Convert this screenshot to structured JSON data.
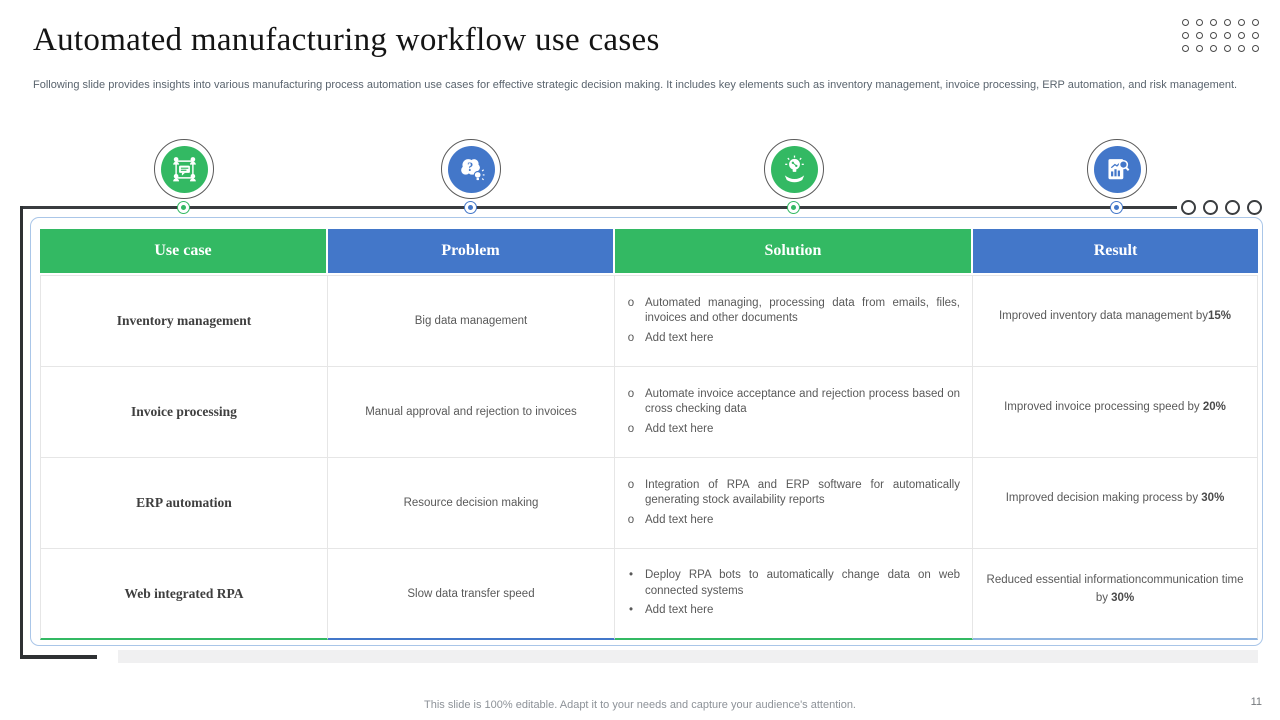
{
  "title": "Automated manufacturing workflow use cases",
  "description": "Following slide provides insights into various manufacturing process automation use cases for effective strategic decision making. It includes key elements such as inventory management, invoice processing, ERP automation, and risk management.",
  "colors": {
    "green": "#33b963",
    "blue": "#4377c9",
    "timeline_dark": "#393c3f",
    "body_text": "#595959",
    "light_blue_frame": "#aac6e8"
  },
  "icons": [
    {
      "name": "team-network-icon",
      "color": "#33b963"
    },
    {
      "name": "brain-question-icon",
      "color": "#4377c9"
    },
    {
      "name": "hand-lightbulb-icon",
      "color": "#33b963"
    },
    {
      "name": "report-analysis-icon",
      "color": "#4377c9"
    }
  ],
  "table": {
    "headers": [
      {
        "label": "Use case",
        "color": "#33b963"
      },
      {
        "label": "Problem",
        "color": "#4377c9"
      },
      {
        "label": "Solution",
        "color": "#33b963"
      },
      {
        "label": "Result",
        "color": "#4377c9"
      }
    ],
    "rows": [
      {
        "use_case": "Inventory management",
        "problem": "Big data management",
        "solution": {
          "items": [
            {
              "bullet": "o",
              "text": "Automated managing, processing data from emails, files, invoices and other documents"
            },
            {
              "bullet": "o",
              "text": "Add text here"
            }
          ]
        },
        "result": {
          "text": "Improved inventory data management by",
          "bold": "15%"
        }
      },
      {
        "use_case": "Invoice processing",
        "problem": "Manual approval and rejection to invoices",
        "solution": {
          "items": [
            {
              "bullet": "o",
              "text": "Automate invoice acceptance and rejection process based on cross checking data"
            },
            {
              "bullet": "o",
              "text": "Add text here"
            }
          ]
        },
        "result": {
          "text": "Improved invoice processing speed by ",
          "bold": "20%"
        }
      },
      {
        "use_case": "ERP automation",
        "problem": "Resource decision making",
        "solution": {
          "items": [
            {
              "bullet": "o",
              "text": "Integration of RPA and ERP software for automatically generating stock availability reports"
            },
            {
              "bullet": "o",
              "text": "Add text here"
            }
          ]
        },
        "result": {
          "text": "Improved decision making process by ",
          "bold": "30%"
        }
      },
      {
        "use_case": "Web integrated RPA",
        "problem": "Slow data transfer speed",
        "solution": {
          "items": [
            {
              "bullet": "•",
              "text": "Deploy RPA bots to automatically change data on web connected systems"
            },
            {
              "bullet": "•",
              "text": "Add text here"
            }
          ]
        },
        "result": {
          "text": "Reduced essential informationcommunication time by ",
          "bold": "30%"
        }
      }
    ]
  },
  "footer": {
    "note": "This slide is 100% editable. Adapt it to your needs and capture your audience's attention.",
    "page_number": "11"
  }
}
